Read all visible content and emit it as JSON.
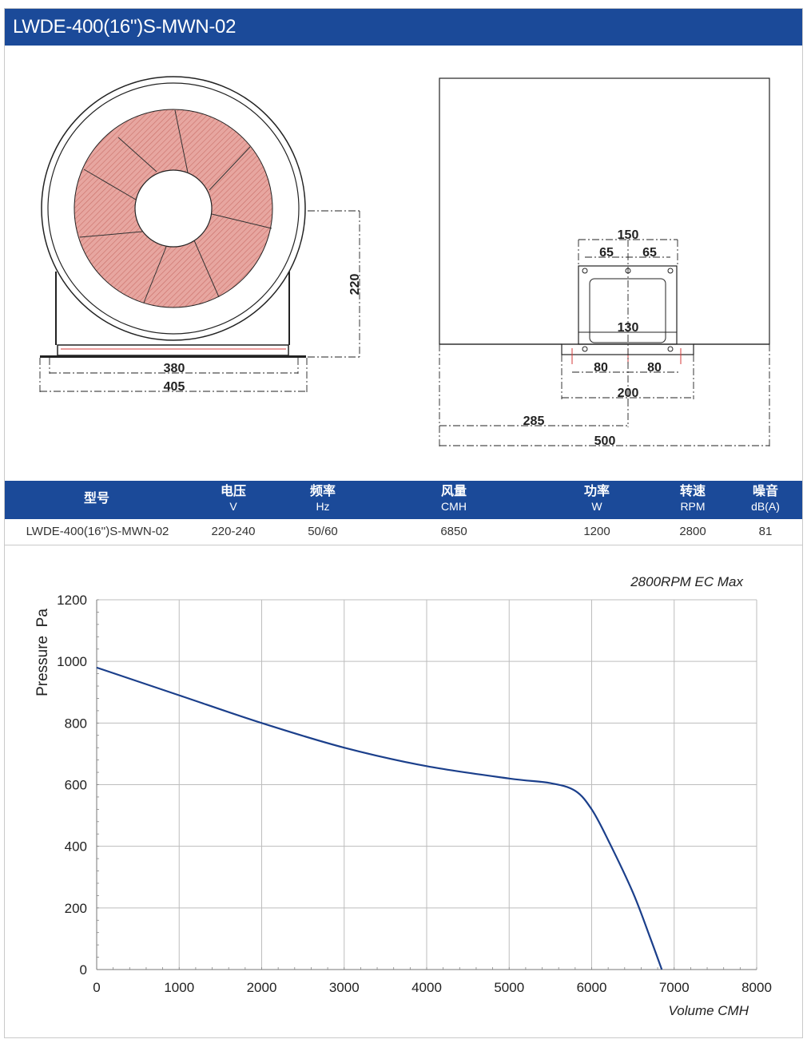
{
  "title": "LWDE-400(16\")S-MWN-02",
  "drawing": {
    "front_dims": {
      "height": "220",
      "inner_width": "380",
      "outer_width": "405"
    },
    "side_dims": {
      "d150": "150",
      "d65a": "65",
      "d65b": "65",
      "d130": "130",
      "d80a": "80",
      "d80b": "80",
      "d200": "200",
      "d285": "285",
      "d500": "500"
    }
  },
  "spec_table": {
    "headers": [
      {
        "label": "型号",
        "unit": ""
      },
      {
        "label": "电压",
        "unit": "V"
      },
      {
        "label": "频率",
        "unit": "Hz"
      },
      {
        "label": "风量",
        "unit": "CMH"
      },
      {
        "label": "功率",
        "unit": "W"
      },
      {
        "label": "转速",
        "unit": "RPM"
      },
      {
        "label": "噪音",
        "unit": "dB(A)"
      }
    ],
    "row": [
      "LWDE-400(16'')S-MWN-02",
      "220-240",
      "50/60",
      "6850",
      "1200",
      "2800",
      "81"
    ]
  },
  "chart_data": {
    "type": "line",
    "annotation": "2800RPM EC Max",
    "xlabel": "Volume CMH",
    "ylabel": "Pressure  Pa",
    "xlim": [
      0,
      8000
    ],
    "ylim": [
      0,
      1200
    ],
    "x_ticks": [
      "0",
      "1000",
      "2000",
      "3000",
      "4000",
      "5000",
      "6000",
      "7000",
      "8000"
    ],
    "y_ticks": [
      "0",
      "200",
      "400",
      "600",
      "800",
      "1000",
      "1200"
    ],
    "grid": true,
    "series": [
      {
        "name": "",
        "x": [
          0,
          1000,
          2000,
          3000,
          4000,
          5000,
          5500,
          5800,
          6000,
          6200,
          6500,
          6700,
          6850
        ],
        "y": [
          980,
          890,
          800,
          720,
          660,
          620,
          605,
          580,
          520,
          420,
          250,
          110,
          0
        ]
      }
    ],
    "colors": {
      "line": "#1b3f8b",
      "grid": "#bdbdbd"
    }
  }
}
